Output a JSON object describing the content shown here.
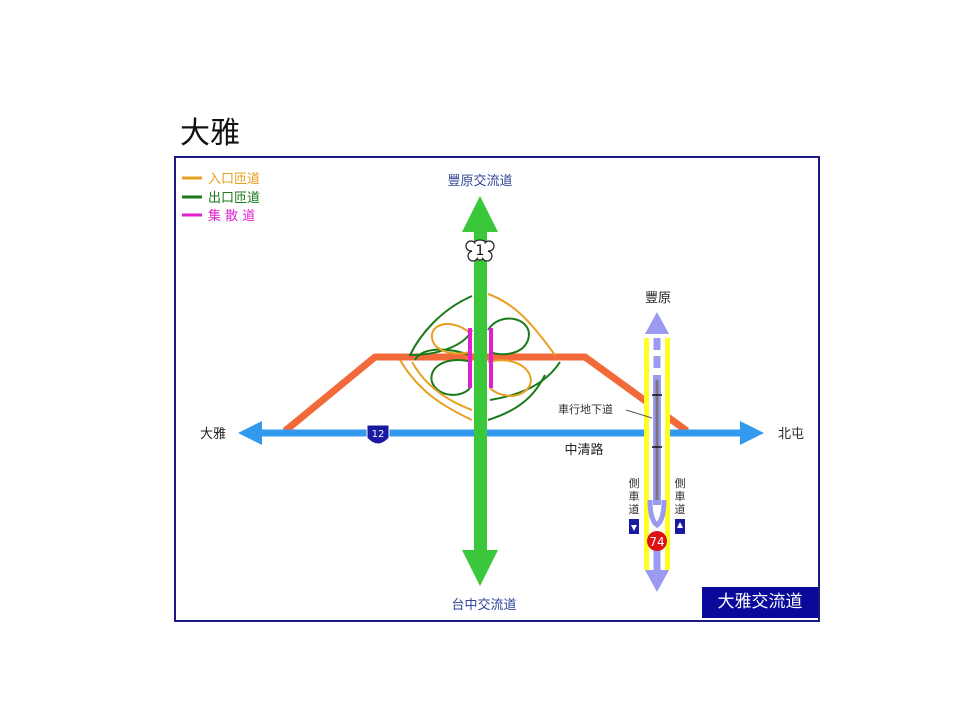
{
  "title": "大雅",
  "legend": [
    {
      "label": "入口匝道",
      "color": "#e8a020"
    },
    {
      "label": "出口匝道",
      "color": "#1a7a1a"
    },
    {
      "label": "集 散 道",
      "color": "#e020d0"
    }
  ],
  "destinations": {
    "north": "豐原交流道",
    "south": "台中交流道",
    "west": "大雅",
    "east": "北屯",
    "fengyuan": "豐原"
  },
  "road_name": "中清路",
  "underpass_label": "車行地下道",
  "side_road_left": "側車道",
  "side_road_right": "側車道",
  "route_shields": {
    "freeway": "1",
    "provincial": "12",
    "expressway": "74"
  },
  "interchange_name": "大雅交流道",
  "colors": {
    "freeway": "#3ac83a",
    "road": "#3399ee",
    "connector": "#f26a3a",
    "frame": "#1a1a80",
    "expressway_border": "#ffff22",
    "expressway_lane": "#9a9af0"
  }
}
